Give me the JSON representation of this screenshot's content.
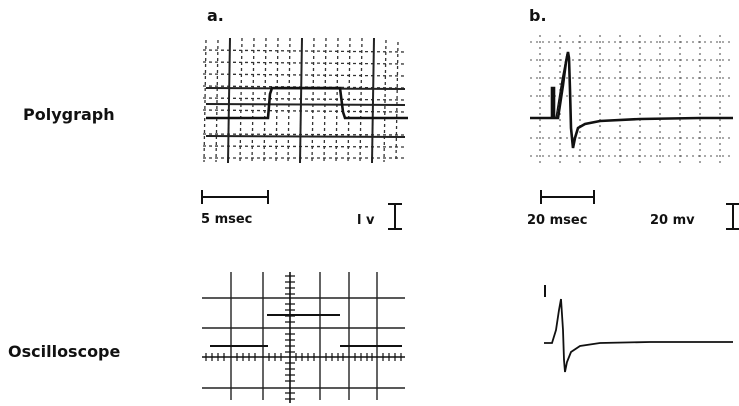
{
  "panels": {
    "a": {
      "label": "a.",
      "time_scale": "5 msec",
      "amp_scale": "l v"
    },
    "b": {
      "label": "b.",
      "time_scale": "20 msec",
      "amp_scale": "20 mv"
    }
  },
  "rows": {
    "polygraph": "Polygraph",
    "oscilloscope": "Oscilloscope"
  }
}
